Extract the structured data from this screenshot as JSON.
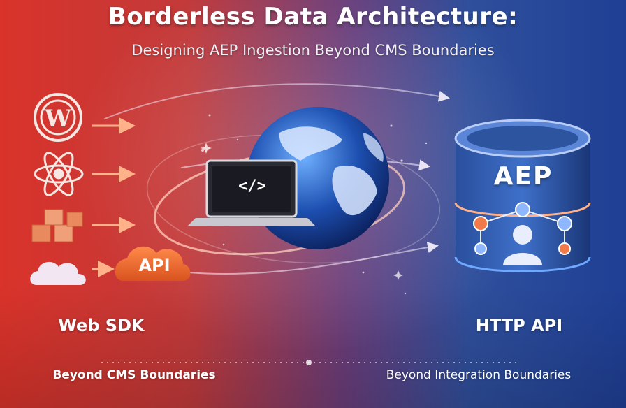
{
  "header": {
    "title": "Borderless Data Architecture:",
    "subtitle": "Designing AEP Ingestion Beyond CMS Boundaries"
  },
  "left": {
    "sources": [
      "wordpress-icon",
      "react-icon",
      "cubes-icon",
      "cloud-icon"
    ],
    "api_badge": "API",
    "label": "Web SDK",
    "footer": "Beyond CMS Boundaries"
  },
  "center": {
    "laptop_code": "</>",
    "icons": [
      "laptop-icon",
      "globe-icon"
    ]
  },
  "right": {
    "database_label": "AEP",
    "label": "HTTP API",
    "footer": "Beyond Integration Boundaries",
    "icons": [
      "database-icon",
      "user-network-icon"
    ]
  },
  "colors": {
    "left_bg": "#d9332a",
    "right_bg": "#1f3f95",
    "accent_orange": "#f07a4a",
    "accent_blue": "#6fa8ff"
  }
}
